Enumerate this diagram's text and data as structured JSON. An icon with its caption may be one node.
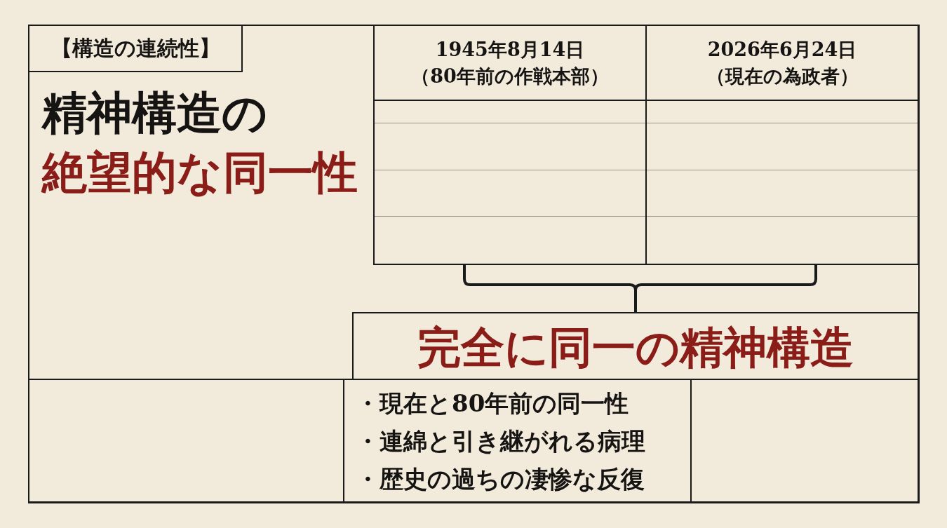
{
  "diagram": {
    "nodes": [
      {
        "text": [
          "【構造の連続性】"
        ]
      },
      {
        "text": [
          "1945年8月14日",
          "（80年前の作戦本部）"
        ]
      },
      {
        "text": [
          "2026年6月24日",
          "（現在の為政者）"
        ]
      },
      {
        "text": [
          "完全に同一の精神構造"
        ]
      },
      {
        "text": [],
        "shape": "box"
      },
      {
        "text": [
          "・現在と80年前の同一性",
          "・連綿と引き継がれる病理",
          "・歴史の過ちの凄惨な反復"
        ]
      },
      {
        "text": [],
        "shape": "box"
      }
    ],
    "edges": [
      {
        "from": 1,
        "to": 3,
        "arrow": "none"
      },
      {
        "from": 2,
        "to": 3,
        "arrow": "none"
      }
    ],
    "labels": [
      "精神構造の",
      "絶望的な同一性"
    ]
  }
}
